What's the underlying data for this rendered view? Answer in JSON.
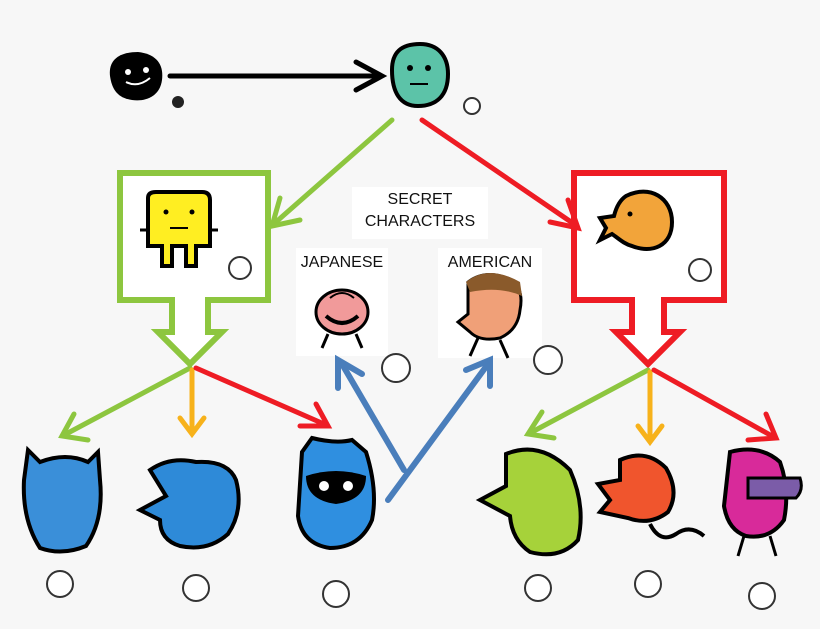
{
  "labels": {
    "secret_line1": "SECRET",
    "secret_line2": "CHARACTERS",
    "japanese": "JAPANESE",
    "american": "AMERICAN"
  },
  "colors": {
    "arrow_black": "#000000",
    "arrow_green": "#8dc63f",
    "arrow_red": "#ee1c24",
    "arrow_orange": "#f7b21b",
    "arrow_blue": "#4a7ebb",
    "box_green": "#8dc63f",
    "box_red": "#ee1c24",
    "egg": "#000000",
    "baby": "#5cc3a8",
    "child_good": "#ffee22",
    "child_bad": "#f2a43a",
    "adult_blue_1": "#3a8fd9",
    "adult_blue_2": "#2e8ad8",
    "adult_blue_3": "#2f8fe0",
    "adult_green": "#a6d23a",
    "adult_red": "#f0552d",
    "adult_pink": "#d82a9a",
    "secret_jp": "#f19a9a",
    "secret_us": "#f0a078"
  },
  "characters": [
    "egg-character",
    "baby-character",
    "good-child-character",
    "bad-child-character",
    "japanese-secret-character",
    "american-secret-character",
    "adult-blue-cat",
    "adult-blue-duck",
    "adult-blue-ninja",
    "adult-green-blob",
    "adult-orange-snake",
    "adult-pink-duck"
  ]
}
